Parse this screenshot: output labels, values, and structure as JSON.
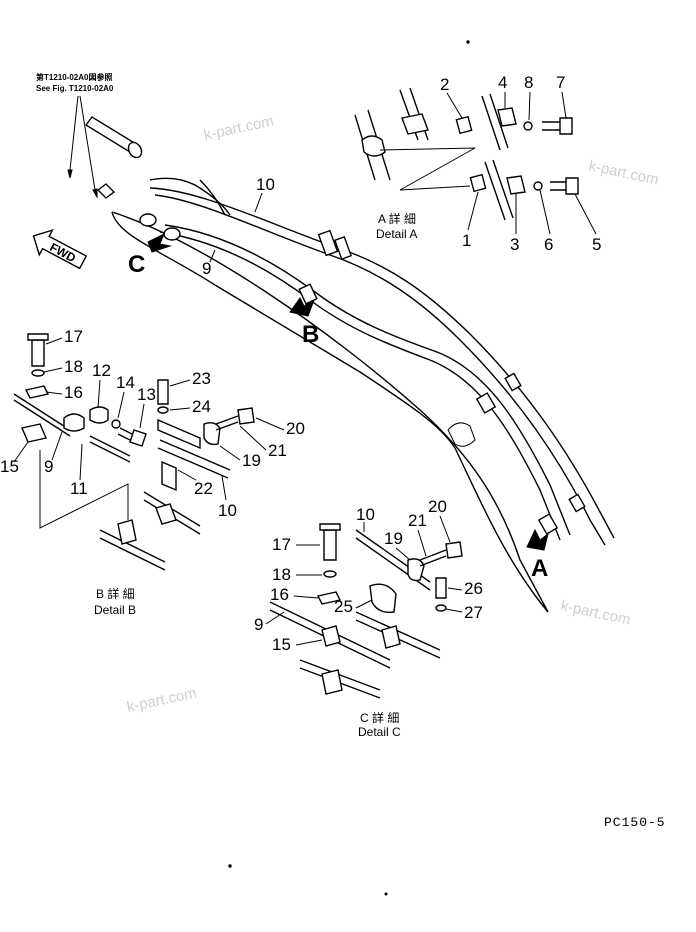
{
  "drawing_code": "PC150-5",
  "watermark": "k-part.com",
  "reference": {
    "jp": "第T1210-02A0図参照",
    "en": "See Fig. T1210-02A0"
  },
  "fwd_label": "FWD",
  "view_letters": [
    "A",
    "B",
    "C"
  ],
  "details": {
    "a": {
      "jp": "A 詳 細",
      "en": "Detail A"
    },
    "b": {
      "jp": "B 詳 細",
      "en": "Detail B"
    },
    "c": {
      "jp": "C 詳 細",
      "en": "Detail C"
    }
  },
  "callouts": {
    "main_10": "10",
    "main_9": "9",
    "a_1": "1",
    "a_2": "2",
    "a_3": "3",
    "a_4": "4",
    "a_5": "5",
    "a_6": "6",
    "a_7": "7",
    "a_8": "8",
    "b_17": "17",
    "b_18": "18",
    "b_16": "16",
    "b_12": "12",
    "b_14": "14",
    "b_13": "13",
    "b_23": "23",
    "b_24": "24",
    "b_20": "20",
    "b_21": "21",
    "b_19": "19",
    "b_15": "15",
    "b_9": "9",
    "b_11": "11",
    "b_22": "22",
    "b_10": "10",
    "c_10": "10",
    "c_20": "20",
    "c_21": "21",
    "c_19": "19",
    "c_17": "17",
    "c_18": "18",
    "c_26": "26",
    "c_16": "16",
    "c_25": "25",
    "c_27": "27",
    "c_9": "9",
    "c_15": "15"
  }
}
